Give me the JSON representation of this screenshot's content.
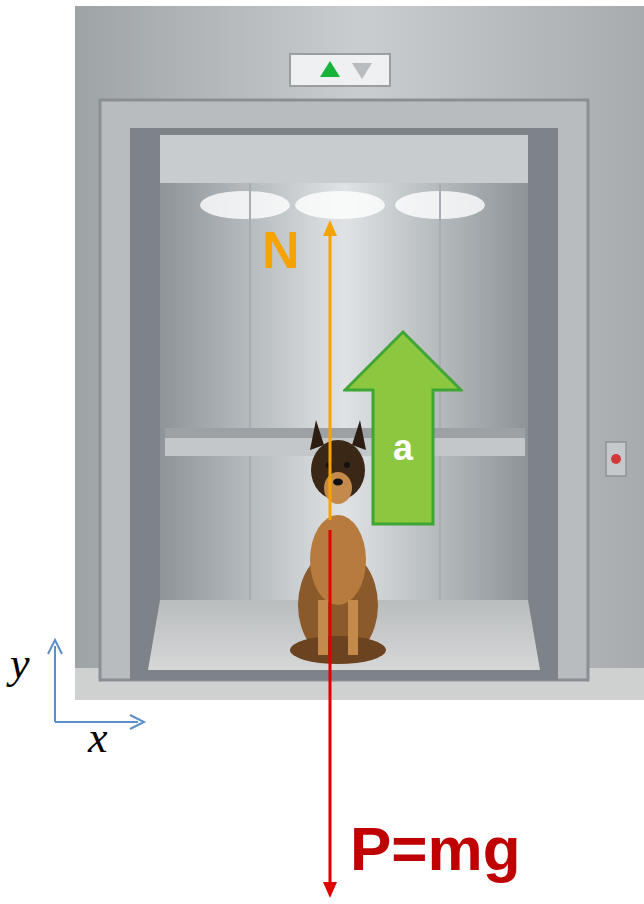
{
  "diagram": {
    "nodes": [
      {
        "text": [
          "a"
        ]
      }
    ],
    "labels": [
      "N",
      "P=mg",
      "y",
      "x"
    ]
  }
}
